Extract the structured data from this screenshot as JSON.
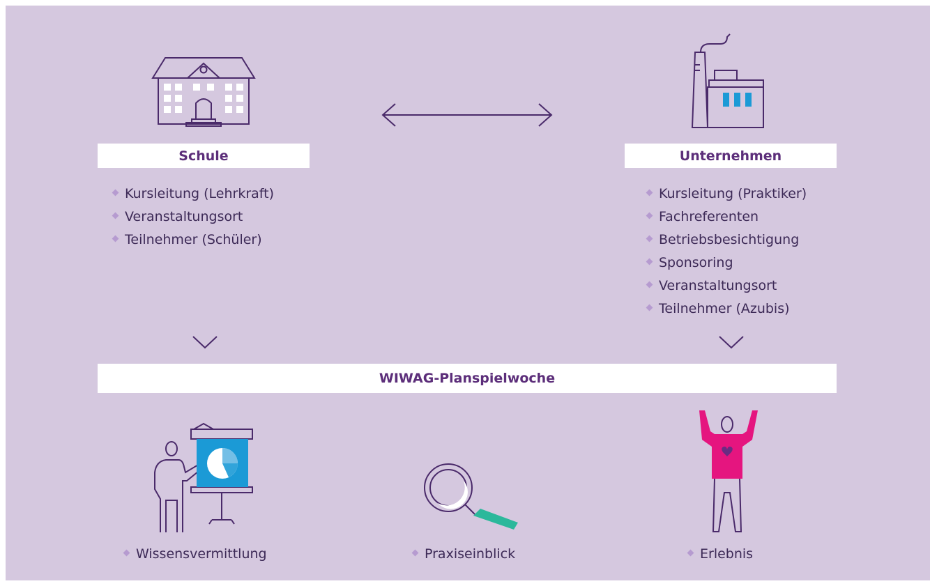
{
  "schule": {
    "title": "Schule",
    "items": [
      "Kursleitung (Lehrkraft)",
      "Veranstaltungsort",
      "Teilnehmer (Schüler)"
    ]
  },
  "unternehmen": {
    "title": "Unternehmen",
    "items": [
      "Kursleitung (Praktiker)",
      "Fachreferenten",
      "Betriebsbesichtigung",
      "Sponsoring",
      "Veranstaltungsort",
      "Teilnehmer (Azubis)"
    ]
  },
  "center": {
    "title": "WIWAG-Planspielwoche"
  },
  "outcomes": [
    "Wissensvermittlung",
    "Praxiseinblick",
    "Erlebnis"
  ],
  "colors": {
    "background": "#d5c8df",
    "title_text": "#5c2e7a",
    "line": "#4a2a6a",
    "bullet": "#b69bd0",
    "screen_blue": "#1b9ad6",
    "handle_green": "#2bb89b",
    "shirt_pink": "#e5157f"
  },
  "icons": [
    "school-building-icon",
    "factory-icon",
    "double-arrow-icon",
    "chevron-down-icon",
    "presenter-icon",
    "magnifier-icon",
    "cheering-person-icon"
  ]
}
